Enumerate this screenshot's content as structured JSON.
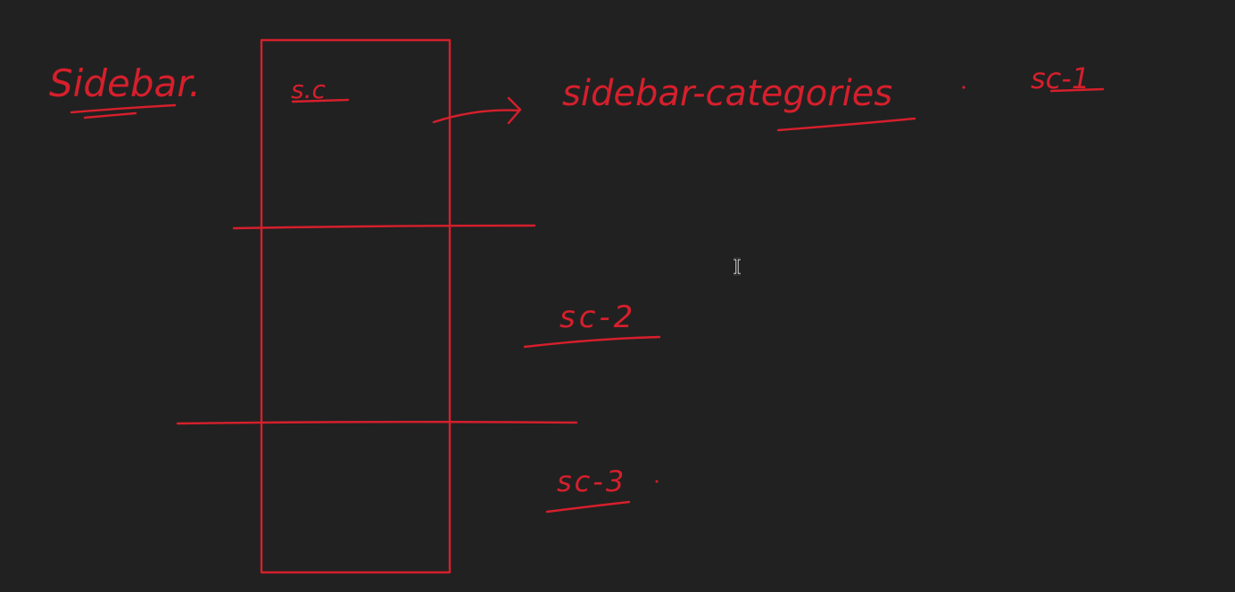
{
  "canvas": {
    "background": "#212121",
    "ink_color": "#d61f2c"
  },
  "labels": {
    "sidebar": "Sidebar.",
    "box_label": "s.c",
    "categories": "sidebar-categories",
    "sc1": "sc-1",
    "sc2": "sc-2",
    "sc3": "sc-3"
  },
  "cursor": {
    "icon": "text-cursor-icon"
  }
}
